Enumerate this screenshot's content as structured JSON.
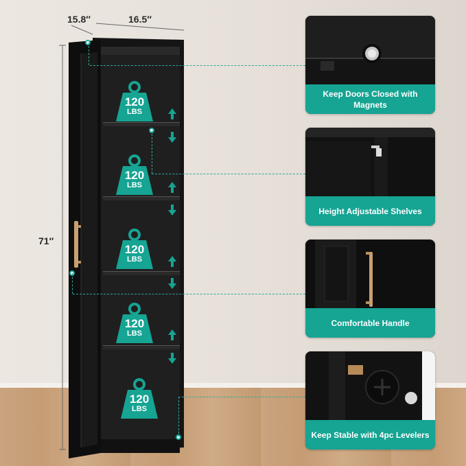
{
  "dimensions": {
    "depth": "15.8″",
    "width": "16.5″",
    "height": "71″"
  },
  "weights": [
    {
      "value": "120",
      "unit": "LBS"
    },
    {
      "value": "120",
      "unit": "LBS"
    },
    {
      "value": "120",
      "unit": "LBS"
    },
    {
      "value": "120",
      "unit": "LBS"
    },
    {
      "value": "120",
      "unit": "LBS"
    }
  ],
  "features": [
    {
      "caption": "Keep Doors Closed with Magnets"
    },
    {
      "caption": "Height Adjustable Shelves"
    },
    {
      "caption": "Comfortable Handle"
    },
    {
      "caption": "Keep Stable with 4pc Levelers"
    }
  ],
  "colors": {
    "accent": "#16a493",
    "cabinet": "#1c1c1c",
    "handle": "#c9a070"
  }
}
